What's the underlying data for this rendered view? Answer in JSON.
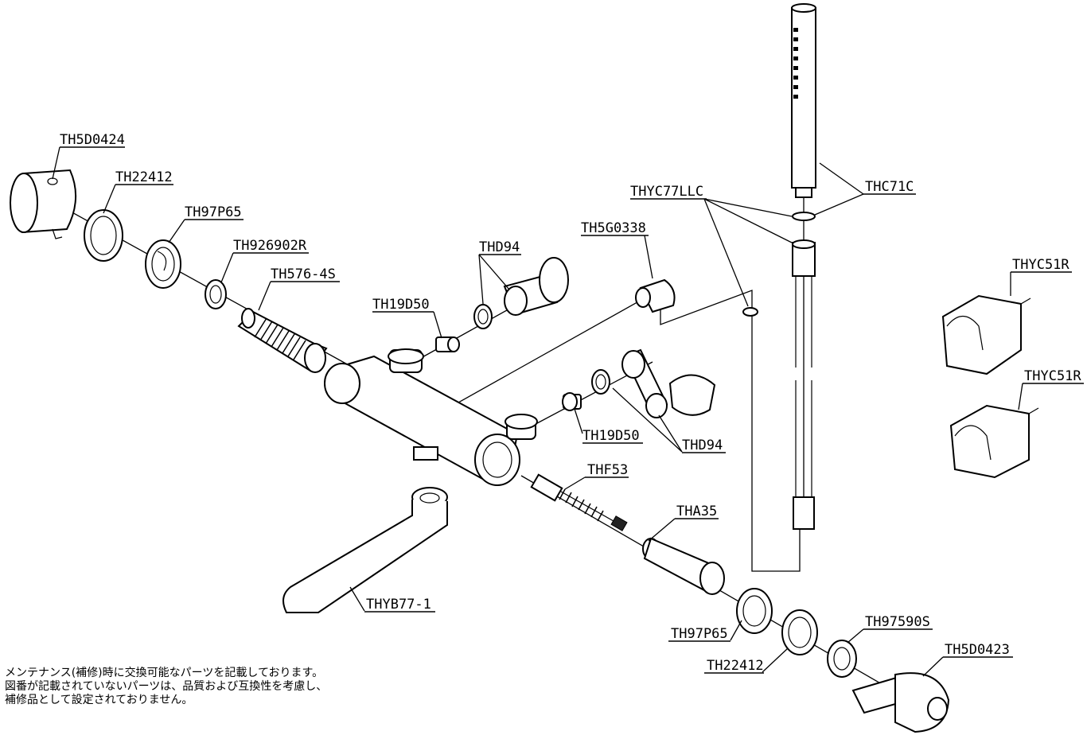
{
  "labels": {
    "th5d0424": "TH5D0424",
    "th22412_top": "TH22412",
    "th97p65_top": "TH97P65",
    "th926902r": "TH926902R",
    "th576_4s": "TH576-4S",
    "th19d50_top": "TH19D50",
    "thd94_top": "THD94",
    "th5g0338": "TH5G0338",
    "thyc77llc": "THYC77LLC",
    "thc71c": "THC71C",
    "thyc51r_1": "THYC51R",
    "thyc51r_2": "THYC51R",
    "th19d50_mid": "TH19D50",
    "thd94_mid": "THD94",
    "thf53": "THF53",
    "tha35": "THA35",
    "thyb77_1": "THYB77-1",
    "th97p65_bot": "TH97P65",
    "th22412_bot": "TH22412",
    "th97590s": "TH97590S",
    "th5d0423": "TH5D0423"
  },
  "note": {
    "line1": "メンテナンス(補修)時に交換可能なパーツを記載しております。",
    "line2": "図番が記載されていないパーツは、品質および互換性を考慮し、",
    "line3": "補修品として設定されておりません。"
  }
}
